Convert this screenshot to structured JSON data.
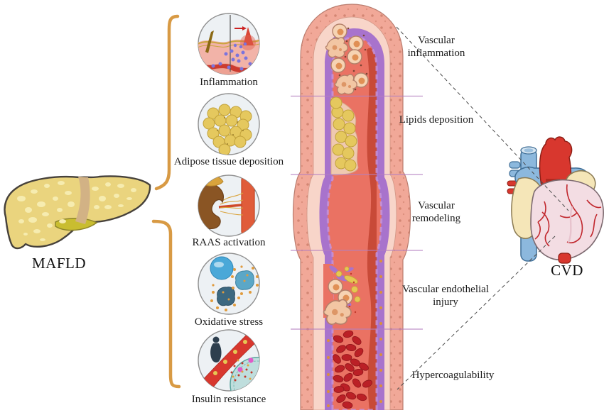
{
  "left_panel": {
    "label": "MAFLD",
    "illustration": "fatty-liver"
  },
  "right_panel": {
    "label": "CVD",
    "illustration": "heart"
  },
  "mechanisms": [
    {
      "label": "Inflammation",
      "icon": "skin-inflammation-icon"
    },
    {
      "label": "Adipose tissue deposition",
      "icon": "adipocyte-cluster-icon"
    },
    {
      "label": "RAAS activation",
      "icon": "kidney-vessel-icon"
    },
    {
      "label": "Oxidative stress",
      "icon": "cells-ros-icon"
    },
    {
      "label": "Insulin resistance",
      "icon": "obesity-insulin-icon"
    }
  ],
  "vessel_stages": [
    {
      "label": "Vascular inflammation"
    },
    {
      "label": "Lipids deposition"
    },
    {
      "label": "Vascular remodeling"
    },
    {
      "label": "Vascular endothelial injury"
    },
    {
      "label": "Hypercoagulability"
    }
  ],
  "colors": {
    "bracket": "#d89a44",
    "divider_line": "#b57fc0",
    "dashed_line": "#4a4a4a",
    "vessel_wall": "#f1a898",
    "vessel_wall_light": "#f8d5c9",
    "endothelium": "#a873cc",
    "lumen": "#ea7263",
    "lumen_dark": "#c84a38",
    "lipid_yellow": "#e5c85e",
    "rbc_red": "#bb2026",
    "liver": "#ead47e",
    "heart_body": "#f3dde3",
    "vein_blue": "#8cb8dd",
    "artery_red": "#d8372e",
    "text": "#1a1a1a"
  }
}
